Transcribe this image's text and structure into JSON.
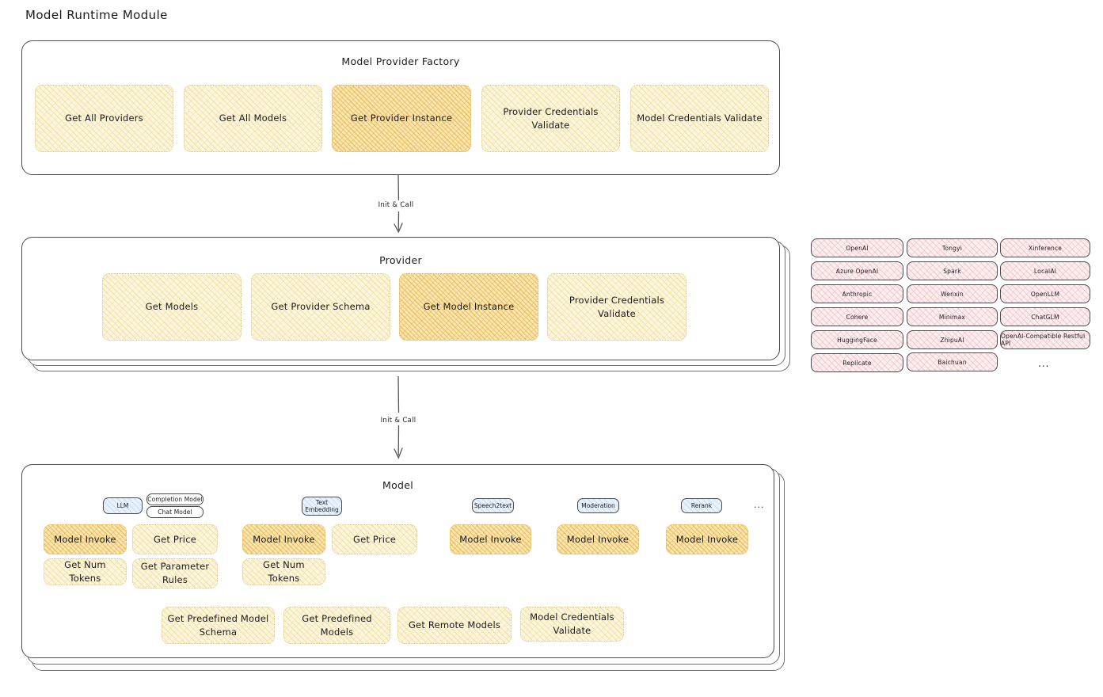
{
  "page": {
    "title": "Model Runtime Module"
  },
  "factory": {
    "title": "Model Provider Factory",
    "items": [
      {
        "label": "Get All Providers",
        "highlight": false
      },
      {
        "label": "Get All Models",
        "highlight": false
      },
      {
        "label": "Get Provider Instance",
        "highlight": true
      },
      {
        "label": "Provider Credentials Validate",
        "highlight": false
      },
      {
        "label": "Model Credentials Validate",
        "highlight": false
      }
    ]
  },
  "arrows": [
    {
      "label": "Init & Call"
    },
    {
      "label": "Init & Call"
    }
  ],
  "provider": {
    "title": "Provider",
    "items": [
      {
        "label": "Get Models",
        "highlight": false
      },
      {
        "label": "Get Provider Schema",
        "highlight": false
      },
      {
        "label": "Get Model Instance",
        "highlight": true
      },
      {
        "label": "Provider Credentials Validate",
        "highlight": false
      }
    ]
  },
  "provider_list": {
    "columns": [
      [
        "OpenAI",
        "Azure OpenAI",
        "Anthropic",
        "Cohere",
        "HuggingFace",
        "Replicate"
      ],
      [
        "Tongyi",
        "Spark",
        "Wenxin",
        "Minimax",
        "ZhipuAI",
        "Baichuan"
      ],
      [
        "Xinference",
        "LocalAI",
        "OpenLLM",
        "ChatGLM",
        "OpenAI-Compatible Restful API"
      ]
    ],
    "more": "..."
  },
  "model": {
    "title": "Model",
    "more": "...",
    "types": [
      {
        "badge": "LLM",
        "sub_badges": [
          "Completion Model",
          "Chat Model"
        ],
        "ops": [
          "Model Invoke",
          "Get Price",
          "Get Num Tokens",
          "Get Parameter Rules"
        ]
      },
      {
        "badge": "Text Embedding",
        "sub_badges": [],
        "ops": [
          "Model Invoke",
          "Get Price",
          "Get Num Tokens"
        ]
      },
      {
        "badge": "Speech2text",
        "sub_badges": [],
        "ops": [
          "Model Invoke"
        ]
      },
      {
        "badge": "Moderation",
        "sub_badges": [],
        "ops": [
          "Model Invoke"
        ]
      },
      {
        "badge": "Rerank",
        "sub_badges": [],
        "ops": [
          "Model Invoke"
        ]
      }
    ],
    "common_ops": [
      "Get Predefined Model Schema",
      "Get Predefined Models",
      "Get Remote Models",
      "Model Credentials Validate"
    ]
  },
  "colors": {
    "accent_yellow": "#fdf6de",
    "accent_yellow_strong": "#fbe6b4",
    "accent_pink": "#fdeff0",
    "accent_blue": "#e8f2fb",
    "stroke": "#4b4b50"
  }
}
